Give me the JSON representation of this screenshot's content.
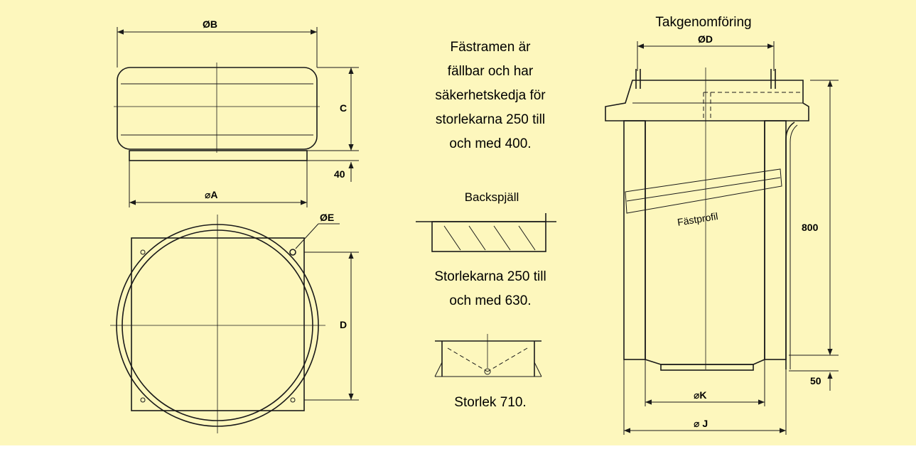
{
  "colors": {
    "background": "#fdf7bd",
    "ink": "#1a1a1a"
  },
  "labels": {
    "dia_b": "ØB",
    "dim_c": "C",
    "dim_40": "40",
    "dia_a": "⌀A",
    "dia_e": "ØE",
    "dim_d": "D",
    "roof_title": "Takgenomföring",
    "dia_d": "ØD",
    "dim_800": "800",
    "fastprofil": "Fästprofil",
    "dim_50": "50",
    "dia_k": "⌀K",
    "dia_j": "⌀ J",
    "backspjall": "Backspjäll"
  },
  "notes": {
    "fastram": [
      "Fästramen är",
      "fällbar och har",
      "säkerhetskedja för",
      "storlekarna 250 till",
      "och med 400."
    ],
    "sizes_range": [
      "Storlekarna 250 till",
      "och med 630."
    ],
    "size_710": "Storlek 710."
  }
}
